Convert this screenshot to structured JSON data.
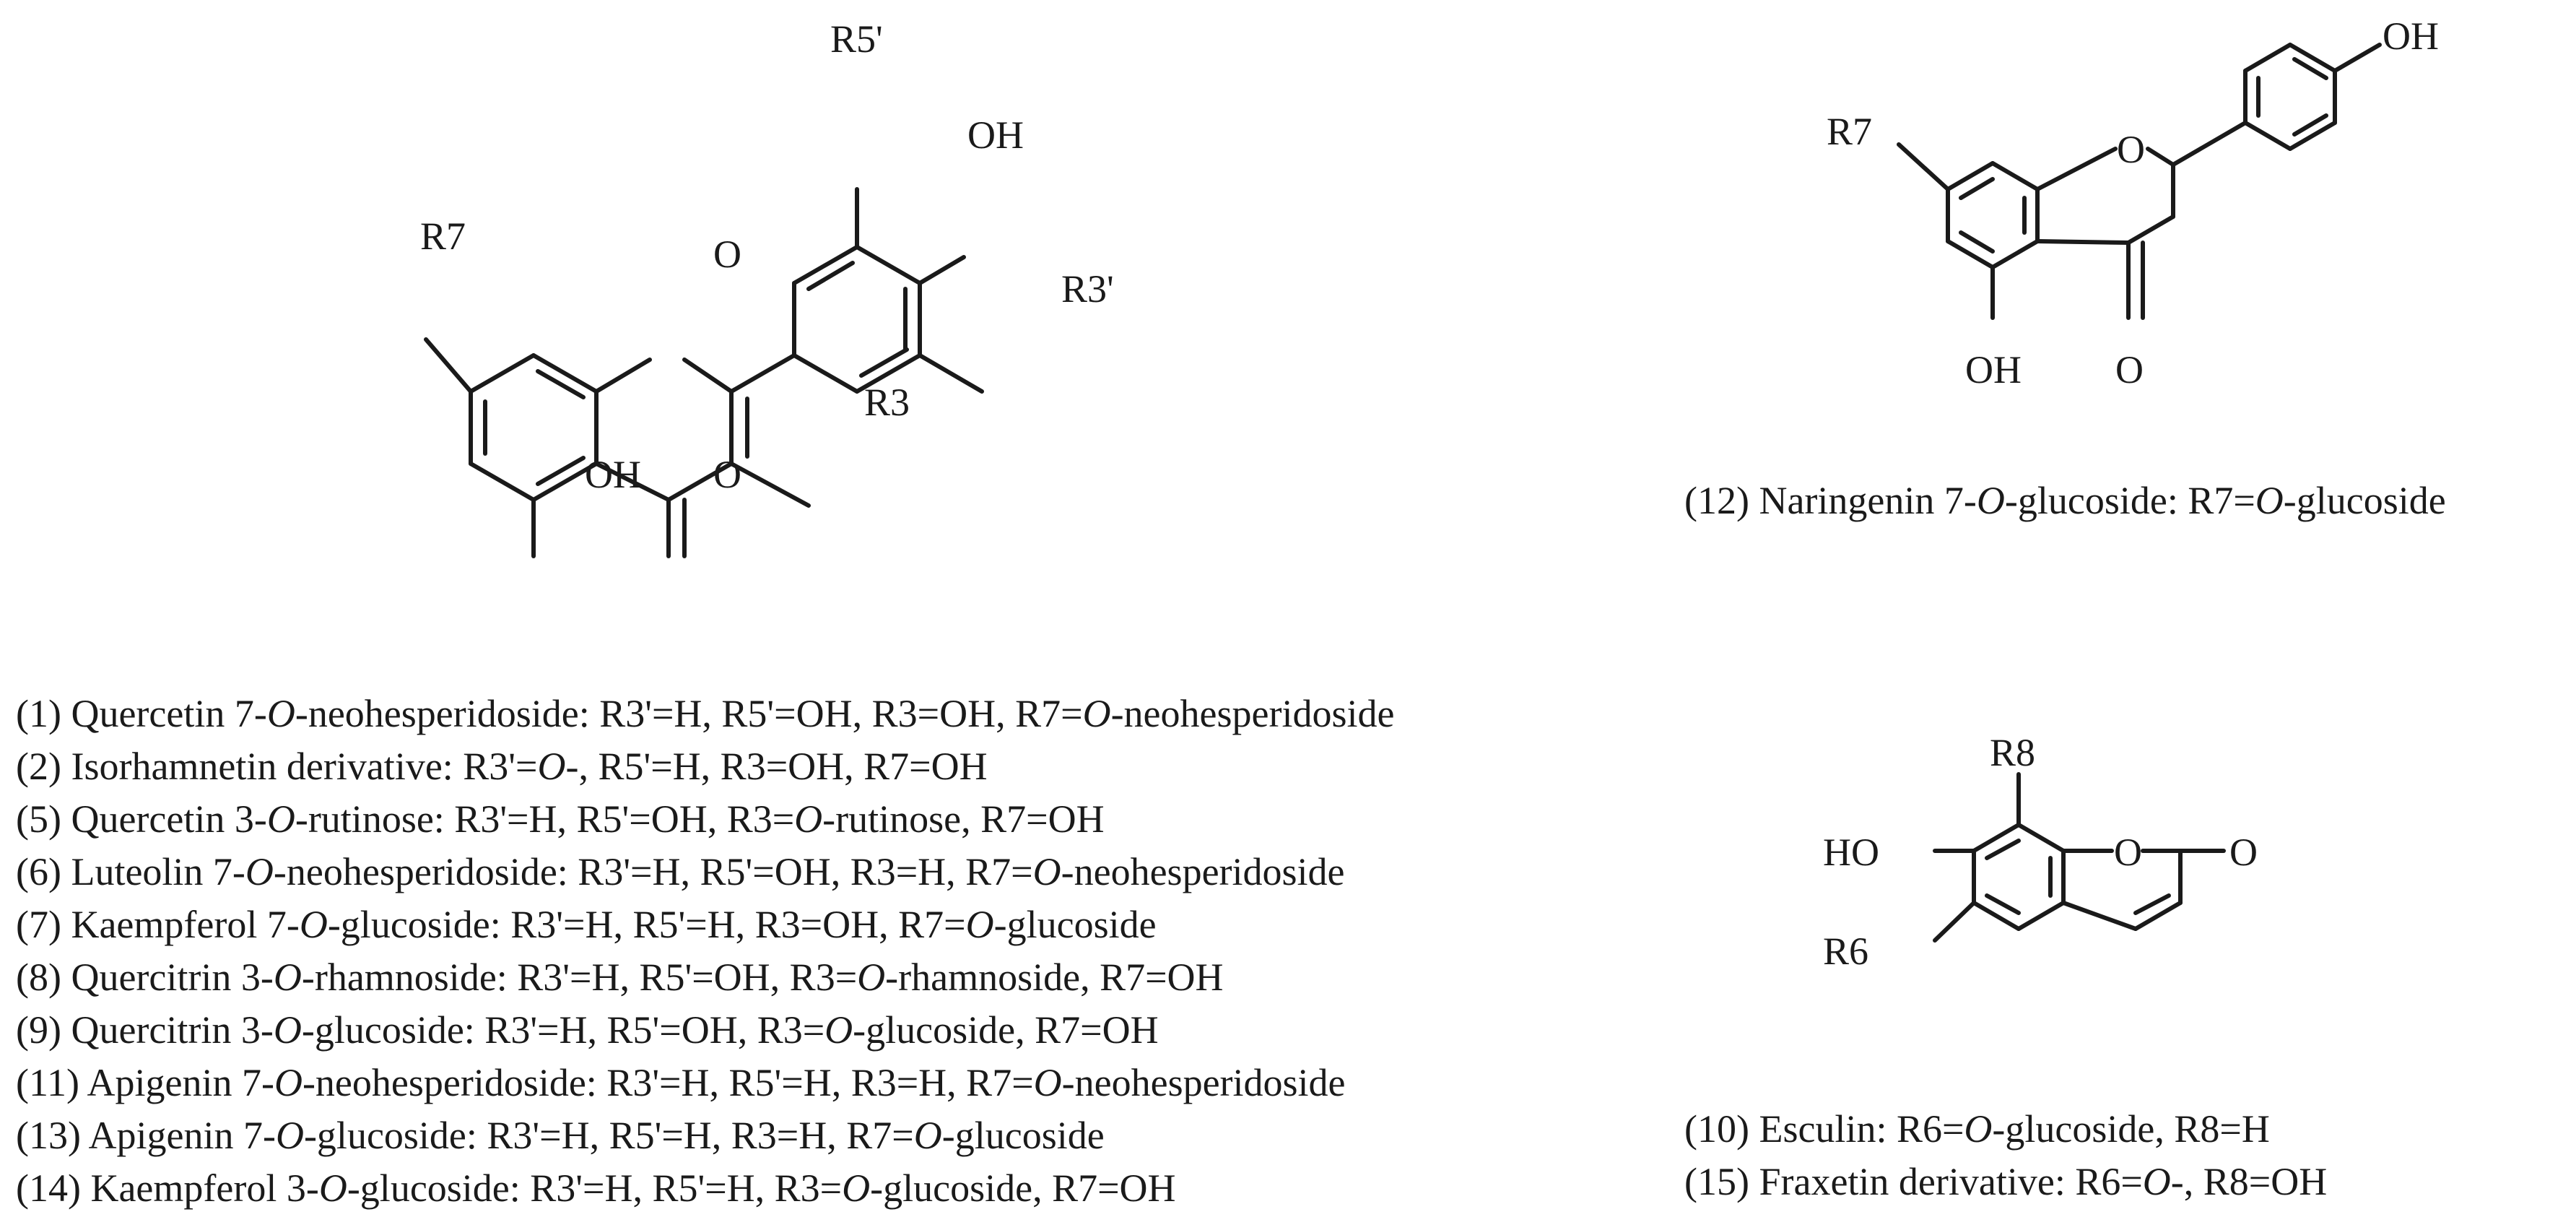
{
  "structure_a": {
    "labels": {
      "r5p": "R5'",
      "oh_top": "OH",
      "r7": "R7",
      "o_ring": "O",
      "r3p": "R3'",
      "r3": "R3",
      "oh_bottom": "OH",
      "o_carbonyl": "O"
    }
  },
  "structure_b": {
    "labels": {
      "oh_top": "OH",
      "r7": "R7",
      "o_ring": "O",
      "oh_bottom": "OH",
      "o_carbonyl": "O"
    },
    "caption": {
      "num": "(12)",
      "name_a": "Naringenin 7-",
      "o1": "O",
      "name_b": "-glucoside: R7=",
      "o2": "O",
      "name_c": "-glucoside"
    }
  },
  "structure_c": {
    "labels": {
      "r8": "R8",
      "ho": "HO",
      "o_ring": "O",
      "o_carbonyl": "O",
      "r6": "R6"
    },
    "captions": [
      {
        "a": "(10) Esculin: R6=",
        "o": "O",
        "b": "-glucoside, R8=H"
      },
      {
        "a": "(15) Fraxetin derivative: R6=",
        "o": "O",
        "b": "-, R8=OH"
      }
    ]
  },
  "compounds": [
    {
      "a": "(1) Quercetin 7-",
      "o": "O",
      "b": "-neohesperidoside: R3'=H, R5'=OH, R3=OH, R7=",
      "o2": "O",
      "c": "-neohesperidoside"
    },
    {
      "a": "(2) Isorhamnetin derivative: R3'=",
      "o": "O",
      "b": "-, R5'=H, R3=OH, R7=OH",
      "o2": "",
      "c": ""
    },
    {
      "a": "(5) Quercetin 3-",
      "o": "O",
      "b": "-rutinose:  R3'=H, R5'=OH, R3=",
      "o2": "O",
      "c": "-rutinose, R7=OH"
    },
    {
      "a": "(6) Luteolin 7-",
      "o": "O",
      "b": "-neohesperidoside: R3'=H, R5'=OH, R3=H, R7=",
      "o2": "O",
      "c": "-neohesperidoside"
    },
    {
      "a": "(7) Kaempferol 7-",
      "o": "O",
      "b": "-glucoside: R3'=H, R5'=H, R3=OH, R7=",
      "o2": "O",
      "c": "-glucoside"
    },
    {
      "a": "(8) Quercitrin 3-",
      "o": "O",
      "b": "-rhamnoside: R3'=H, R5'=OH, R3=",
      "o2": "O",
      "c": "-rhamnoside, R7=OH"
    },
    {
      "a": "(9) Quercitrin 3-",
      "o": "O",
      "b": "-glucoside: R3'=H, R5'=OH, R3=",
      "o2": "O",
      "c": "-glucoside, R7=OH"
    },
    {
      "a": "(11) Apigenin 7-",
      "o": "O",
      "b": "-neohesperidoside: R3'=H, R5'=H, R3=H, R7=",
      "o2": "O",
      "c": "-neohesperidoside"
    },
    {
      "a": "(13) Apigenin 7-",
      "o": "O",
      "b": "-glucoside: R3'=H, R5'=H, R3=H, R7=",
      "o2": "O",
      "c": "-glucoside"
    },
    {
      "a": "(14) Kaempferol 3-",
      "o": "O",
      "b": "-glucoside: R3'=H, R5'=H, R3=",
      "o2": "O",
      "c": "-glucoside, R7=OH"
    }
  ]
}
